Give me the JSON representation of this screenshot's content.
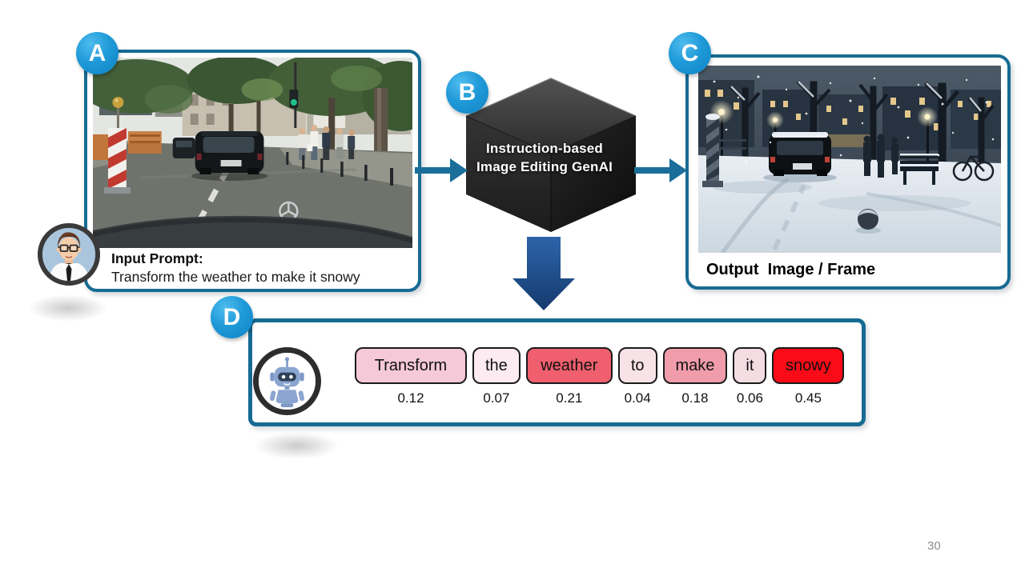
{
  "page": {
    "number": "30"
  },
  "badges": {
    "a": "A",
    "b": "B",
    "c": "C",
    "d": "D"
  },
  "panel_a": {
    "caption_title": "Input Prompt:",
    "caption_text": "Transform the weather to make it snowy"
  },
  "panel_b": {
    "line1": "Instruction-based",
    "line2": "Image Editing GenAI"
  },
  "panel_c": {
    "caption": "Output  Image / Frame"
  },
  "panel_d": {
    "tokens": [
      {
        "word": "Transform",
        "weight": "0.12",
        "color": "#f5c9d7"
      },
      {
        "word": "the",
        "weight": "0.07",
        "color": "#fcebf0"
      },
      {
        "word": "weather",
        "weight": "0.21",
        "color": "#ef5f6d"
      },
      {
        "word": "to",
        "weight": "0.04",
        "color": "#f7e3e7"
      },
      {
        "word": "make",
        "weight": "0.18",
        "color": "#f09cab"
      },
      {
        "word": "it",
        "weight": "0.06",
        "color": "#f3dce2"
      },
      {
        "word": "snowy",
        "weight": "0.45",
        "color": "#fb0b18"
      }
    ]
  },
  "icons": {
    "user_avatar": "person-with-glasses",
    "robot_avatar": "robot",
    "arrow_right": "right-block-arrow",
    "arrow_down": "down-block-arrow",
    "genai_cube": "black-box-cube"
  },
  "colors": {
    "panel_border": "#166b93",
    "arrow_teal": "#1b6e99",
    "down_arrow_top": "#2d64aa",
    "down_arrow_bottom": "#153a6e",
    "badge_blue": "#1f9ad8",
    "cube_dark": "#242424"
  }
}
